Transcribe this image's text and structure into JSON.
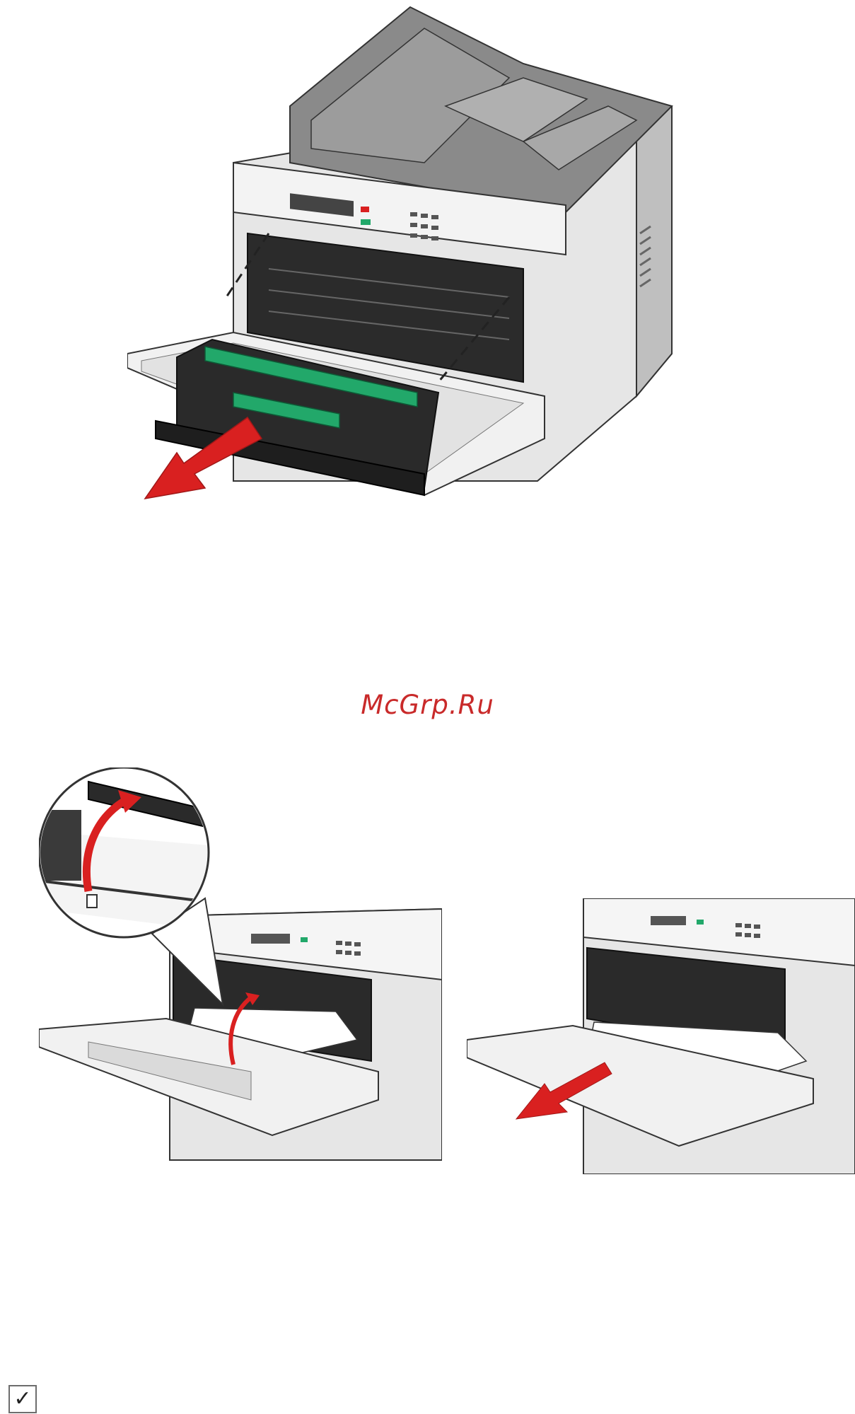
{
  "watermark": {
    "text": "McGrp.Ru"
  },
  "figures": [
    {
      "name": "remove-toner-cartridge",
      "arrow_color": "#d92020",
      "accent_color": "#22a86a"
    },
    {
      "name": "lift-jam-flap",
      "arrow_color": "#d92020"
    },
    {
      "name": "pull-jammed-paper",
      "arrow_color": "#d92020"
    }
  ],
  "note": {
    "icon": "checkmark-icon",
    "symbol": "✓"
  }
}
